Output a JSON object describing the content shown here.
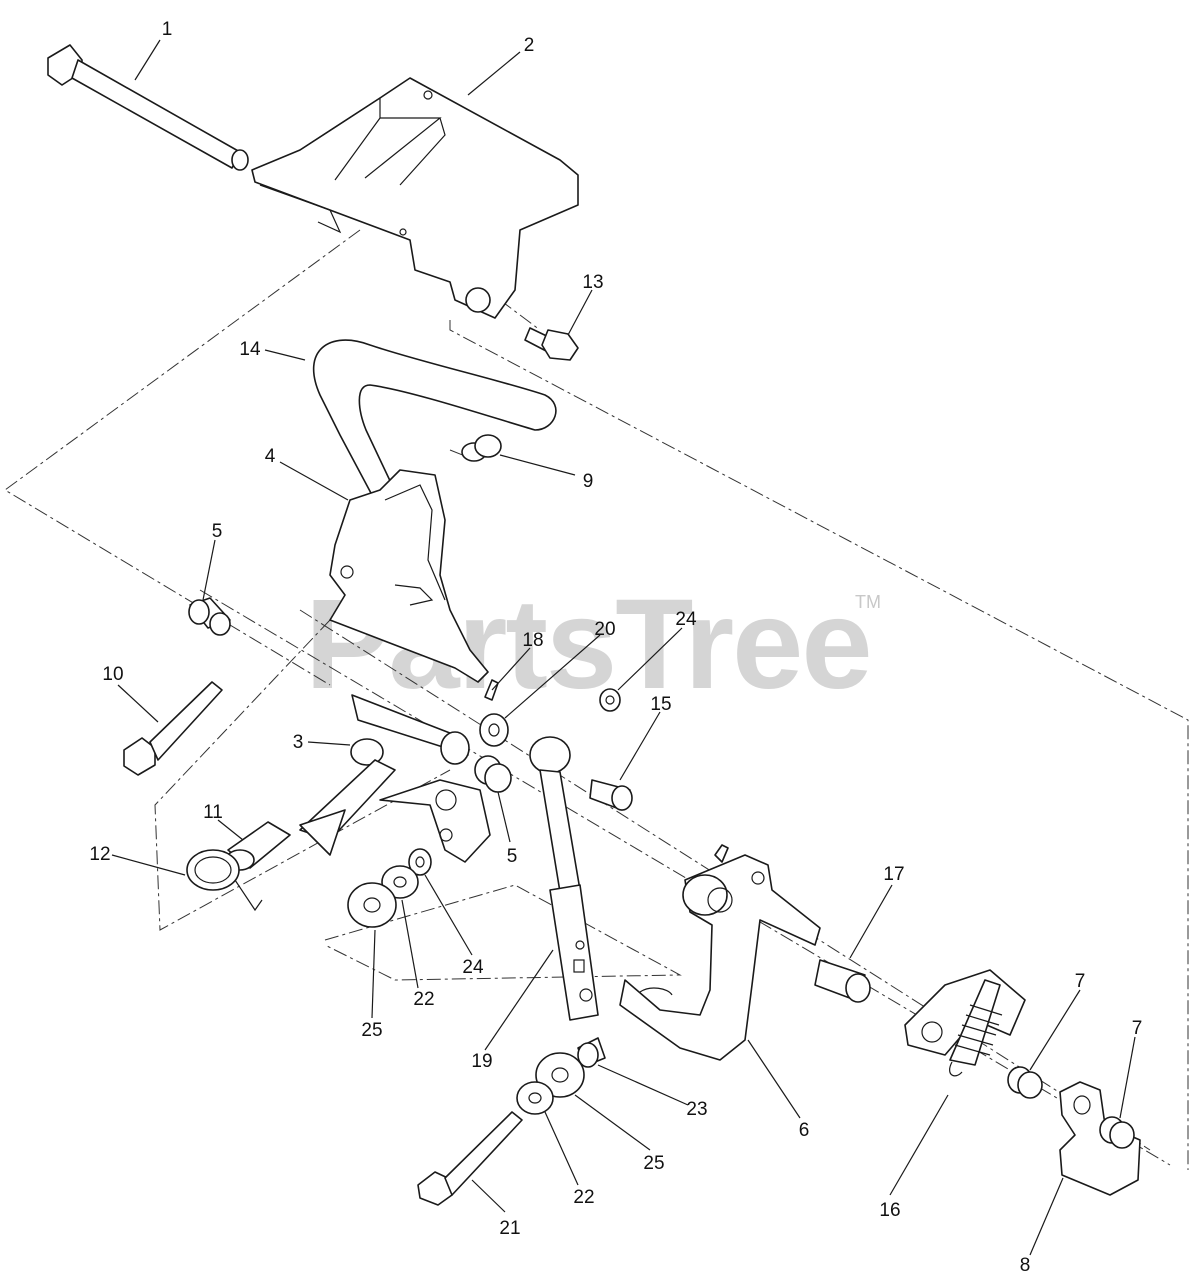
{
  "watermark": {
    "text": "PartsTree",
    "trademark": "TM"
  },
  "callouts": [
    {
      "id": "c-1",
      "label": "1"
    },
    {
      "id": "c-2",
      "label": "2"
    },
    {
      "id": "c-13",
      "label": "13"
    },
    {
      "id": "c-14",
      "label": "14"
    },
    {
      "id": "c-4",
      "label": "4"
    },
    {
      "id": "c-9",
      "label": "9"
    },
    {
      "id": "c-5a",
      "label": "5"
    },
    {
      "id": "c-18",
      "label": "18"
    },
    {
      "id": "c-20",
      "label": "20"
    },
    {
      "id": "c-24a",
      "label": "24"
    },
    {
      "id": "c-10",
      "label": "10"
    },
    {
      "id": "c-15",
      "label": "15"
    },
    {
      "id": "c-3",
      "label": "3"
    },
    {
      "id": "c-11",
      "label": "11"
    },
    {
      "id": "c-12",
      "label": "12"
    },
    {
      "id": "c-5b",
      "label": "5"
    },
    {
      "id": "c-17",
      "label": "17"
    },
    {
      "id": "c-24b",
      "label": "24"
    },
    {
      "id": "c-22a",
      "label": "22"
    },
    {
      "id": "c-25a",
      "label": "25"
    },
    {
      "id": "c-19",
      "label": "19"
    },
    {
      "id": "c-7a",
      "label": "7"
    },
    {
      "id": "c-7b",
      "label": "7"
    },
    {
      "id": "c-23",
      "label": "23"
    },
    {
      "id": "c-6",
      "label": "6"
    },
    {
      "id": "c-25b",
      "label": "25"
    },
    {
      "id": "c-22b",
      "label": "22"
    },
    {
      "id": "c-16",
      "label": "16"
    },
    {
      "id": "c-21",
      "label": "21"
    },
    {
      "id": "c-8",
      "label": "8"
    }
  ]
}
